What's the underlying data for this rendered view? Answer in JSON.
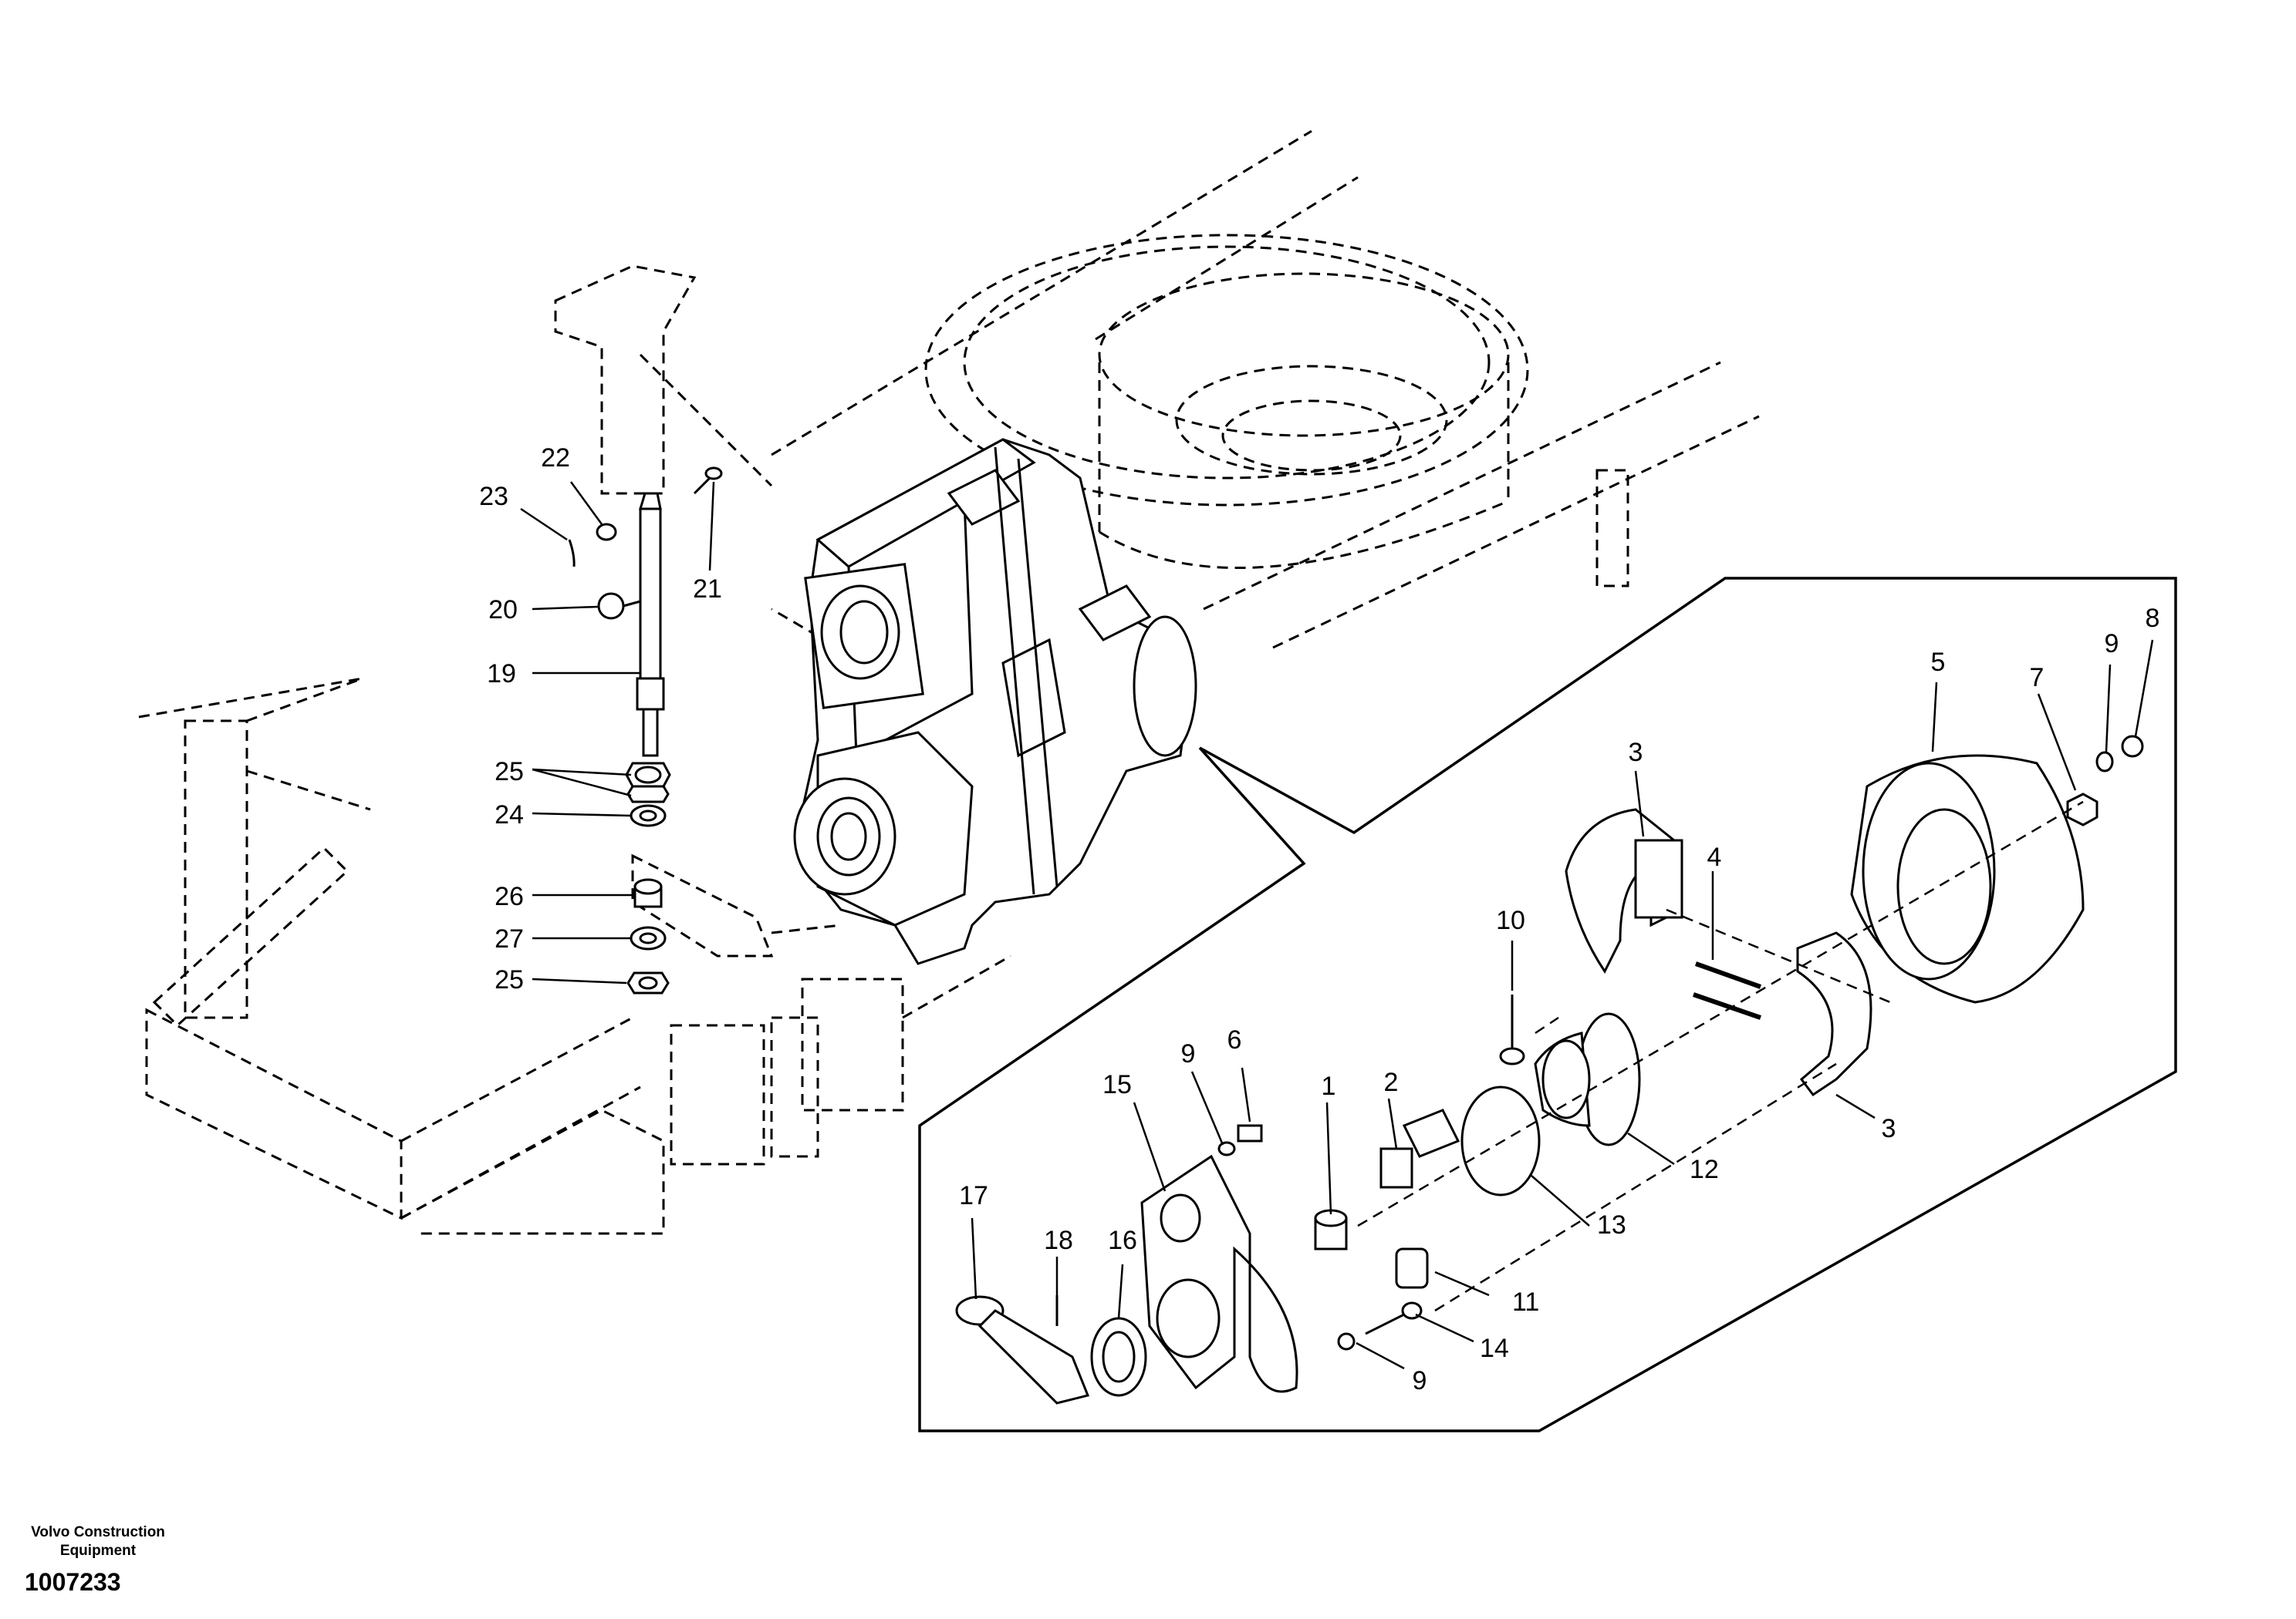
{
  "footer": {
    "company_line1": "Volvo Construction",
    "company_line2": "Equipment",
    "document_number": "1007233"
  },
  "callouts": {
    "c1": "1",
    "c2": "2",
    "c3a": "3",
    "c3b": "3",
    "c4": "4",
    "c5": "5",
    "c6": "6",
    "c7": "7",
    "c8": "8",
    "c9a": "9",
    "c9b": "9",
    "c9c": "9",
    "c10": "10",
    "c11": "11",
    "c12": "12",
    "c13": "13",
    "c14": "14",
    "c15": "15",
    "c16": "16",
    "c17": "17",
    "c18": "18",
    "c19": "19",
    "c20": "20",
    "c21": "21",
    "c22": "22",
    "c23": "23",
    "c24": "24",
    "c25a": "25",
    "c25b": "25",
    "c26": "26",
    "c27": "27"
  }
}
